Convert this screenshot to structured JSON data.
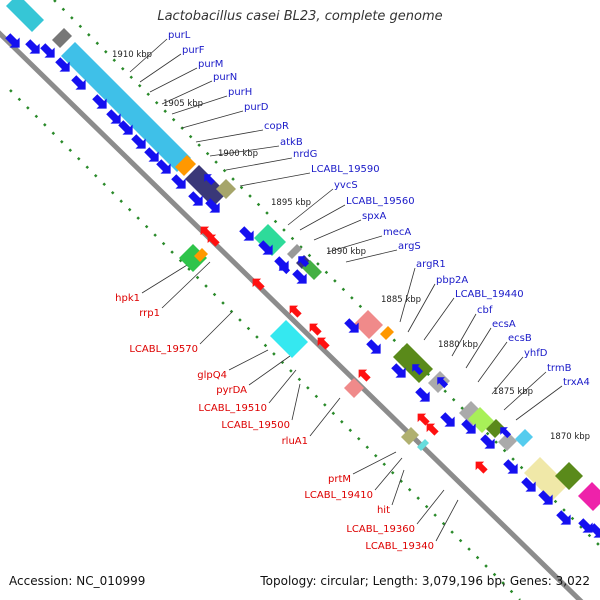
{
  "title": "Lactobacillus casei BL23, complete genome",
  "footer": {
    "accession": "Accession: NC_010999",
    "topology": "Topology: circular; Length: 3,079,196 bp; Genes: 3,022"
  },
  "colors": {
    "forward_label": "#1a1ac8",
    "reverse_label": "#dd0000",
    "backbone": "#8c8c8c",
    "tick": "#2a8a2a",
    "leader": "#333333"
  },
  "ticks": [
    "1910 kbp",
    "1905 kbp",
    "1900 kbp",
    "1895 kbp",
    "1890 kbp",
    "1885 kbp",
    "1880 kbp",
    "1875 kbp",
    "1870 kbp"
  ],
  "forward_labels": [
    "purL",
    "purF",
    "purM",
    "purN",
    "purH",
    "purD",
    "copR",
    "atkB",
    "nrdG",
    "LCABL_19590",
    "yvcS",
    "LCABL_19560",
    "spxA",
    "mecA",
    "argS",
    "argR1",
    "pbp2A",
    "LCABL_19440",
    "cbf",
    "ecsA",
    "ecsB",
    "yhfD",
    "trmB",
    "trxA4"
  ],
  "reverse_labels": [
    "hpk1",
    "rrp1",
    "LCABL_19570",
    "glpQ4",
    "pyrDA",
    "LCABL_19510",
    "LCABL_19500",
    "rluA1",
    "prtM",
    "LCABL_19410",
    "hit",
    "LCABL_19360",
    "LCABL_19340"
  ]
}
